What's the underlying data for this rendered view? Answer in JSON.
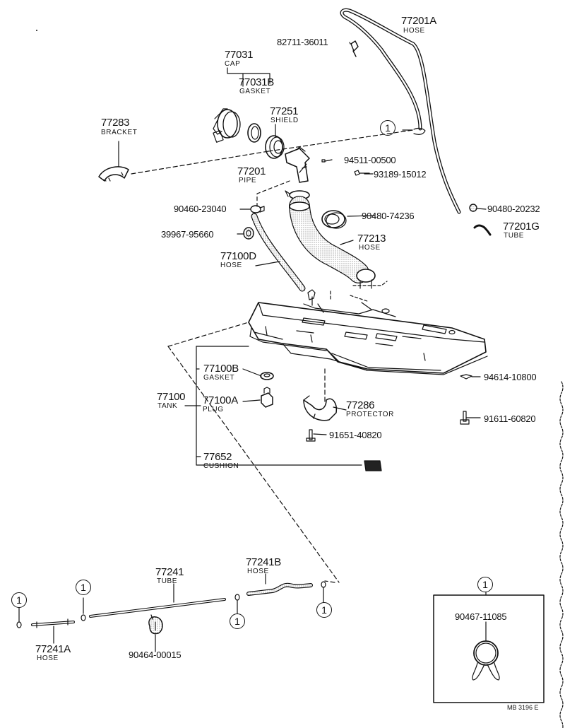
{
  "diagram": {
    "callouts": {
      "c_77201A": {
        "number": "77201A",
        "name": "HOSE"
      },
      "c_82711": {
        "number": "82711-36011"
      },
      "c_77031": {
        "number": "77031",
        "name": "CAP"
      },
      "c_77031B": {
        "number": "77031B",
        "name": "GASKET"
      },
      "c_77283": {
        "number": "77283",
        "name": "BRACKET"
      },
      "c_77251": {
        "number": "77251",
        "name": "SHIELD"
      },
      "c_94511": {
        "number": "94511-00500"
      },
      "c_93189": {
        "number": "93189-15012"
      },
      "c_77201": {
        "number": "77201",
        "name": "PIPE"
      },
      "c_90460": {
        "number": "90460-23040"
      },
      "c_90480a": {
        "number": "90480-74236"
      },
      "c_90480b": {
        "number": "90480-20232"
      },
      "c_77201G": {
        "number": "77201G",
        "name": "TUBE"
      },
      "c_39967": {
        "number": "39967-95660"
      },
      "c_77213": {
        "number": "77213",
        "name": "HOSE"
      },
      "c_77100D": {
        "number": "77100D",
        "name": "HOSE"
      },
      "c_77100B": {
        "number": "77100B",
        "name": "GASKET"
      },
      "c_94614": {
        "number": "94614-10800"
      },
      "c_77100": {
        "number": "77100",
        "name": "TANK"
      },
      "c_77100A": {
        "number": "77100A",
        "name": "PLUG"
      },
      "c_77286": {
        "number": "77286",
        "name": "PROTECTOR"
      },
      "c_91611": {
        "number": "91611-60820"
      },
      "c_91651": {
        "number": "91651-40820"
      },
      "c_77652": {
        "number": "77652",
        "name": "CUSHION"
      },
      "c_77241": {
        "number": "77241",
        "name": "TUBE"
      },
      "c_77241B": {
        "number": "77241B",
        "name": "HOSE"
      },
      "c_77241A": {
        "number": "77241A",
        "name": "HOSE"
      },
      "c_90464": {
        "number": "90464-00015"
      },
      "c_90467": {
        "number": "90467-11085"
      }
    },
    "ref_marker": "1",
    "doc_code": "MB 3196 E"
  }
}
